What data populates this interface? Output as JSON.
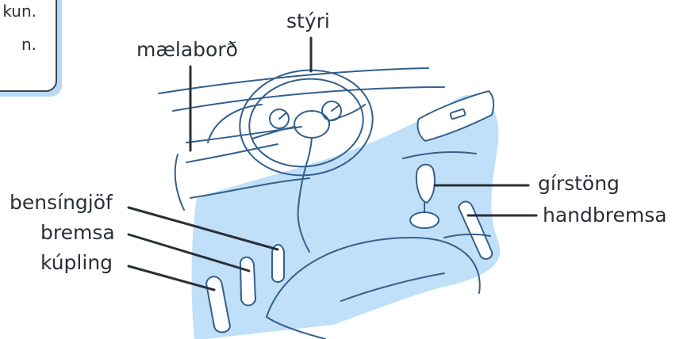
{
  "note": {
    "line1": "kun.",
    "line2": "n."
  },
  "labels": {
    "steering_wheel": "stýri",
    "dashboard": "mælaborð",
    "gear_stick": "gírstöng",
    "handbrake": "handbremsa",
    "accelerator": "bensíngjöf",
    "brake": "bremsa",
    "clutch": "kúpling"
  },
  "colors": {
    "fill": "#bfe0f8",
    "ink": "#34608c",
    "text": "#2b2f38",
    "shadow": "#b9daf4"
  }
}
